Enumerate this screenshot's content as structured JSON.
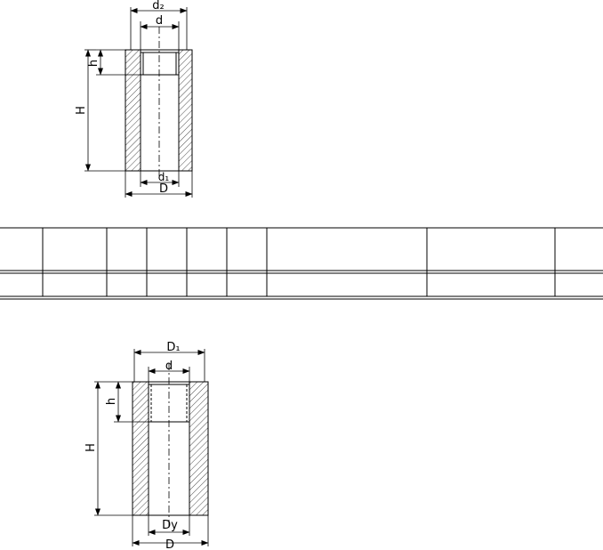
{
  "drawing_top": {
    "labels": {
      "d2": "d₂",
      "d": "d",
      "h": "h",
      "H": "H",
      "d1": "d₁",
      "D": "D"
    }
  },
  "table": {
    "columns": 9,
    "header": [
      "",
      "",
      "",
      "",
      "",
      "",
      "",
      "",
      ""
    ],
    "rows": [
      [
        "",
        "",
        "",
        "",
        "",
        "",
        "",
        "",
        ""
      ]
    ]
  },
  "drawing_bottom": {
    "labels": {
      "D1": "D₁",
      "d": "d",
      "h": "h",
      "H": "H",
      "Dy": "Dy",
      "D": "D"
    }
  }
}
